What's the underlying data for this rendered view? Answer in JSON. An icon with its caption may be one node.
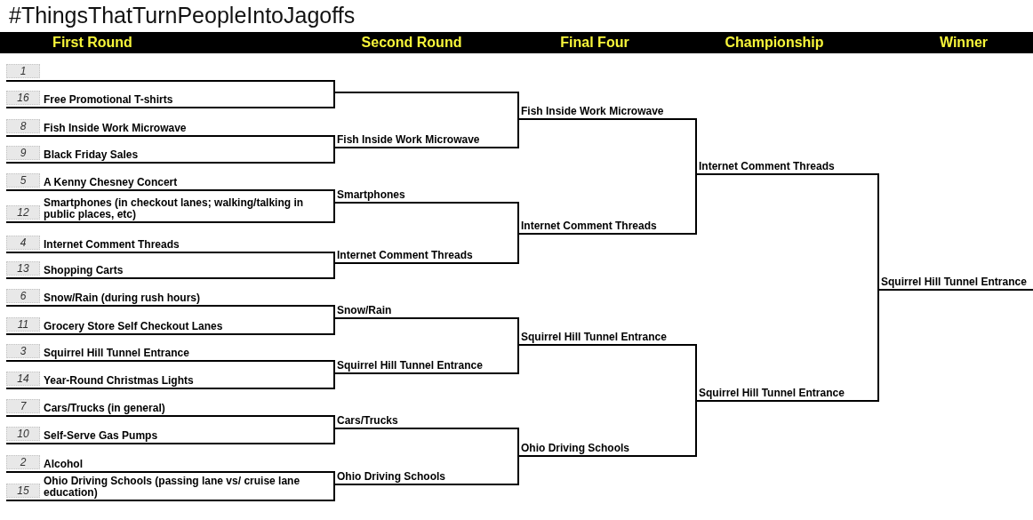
{
  "diagram": {
    "title": "#ThingsThatTurnPeopleIntoJagoffs",
    "nodes": [
      {
        "text": [
          "1"
        ]
      },
      {
        "text": [
          "16",
          "Free Promotional T-shirts"
        ]
      },
      {
        "text": [
          "8",
          "Fish Inside Work Microwave"
        ]
      },
      {
        "text": [
          "9",
          "Black Friday Sales"
        ]
      },
      {
        "text": [
          "5",
          "A Kenny Chesney Concert"
        ]
      },
      {
        "text": [
          "12",
          "Smartphones (in checkout lanes; walking/talking in public places, etc)"
        ]
      },
      {
        "text": [
          "4",
          "Internet Comment Threads"
        ]
      },
      {
        "text": [
          "13",
          "Shopping Carts"
        ]
      },
      {
        "text": [
          "6",
          "Snow/Rain (during rush hours)"
        ]
      },
      {
        "text": [
          "11",
          "Grocery Store Self Checkout Lanes"
        ]
      },
      {
        "text": [
          "3",
          "Squirrel Hill Tunnel Entrance"
        ]
      },
      {
        "text": [
          "14",
          "Year-Round Christmas Lights"
        ]
      },
      {
        "text": [
          "7",
          "Cars/Trucks (in general)"
        ]
      },
      {
        "text": [
          "10",
          "Self-Serve Gas Pumps"
        ]
      },
      {
        "text": [
          "2",
          "Alcohol"
        ]
      },
      {
        "text": [
          "15",
          "Ohio Driving Schools (passing lane vs/ cruise lane education)"
        ]
      },
      {
        "text": [],
        "shape": "line"
      },
      {
        "text": [
          "Fish Inside Work Microwave"
        ]
      },
      {
        "text": [
          "Smartphones"
        ]
      },
      {
        "text": [
          "Internet Comment Threads"
        ]
      },
      {
        "text": [
          "Snow/Rain"
        ]
      },
      {
        "text": [
          "Squirrel Hill Tunnel Entrance"
        ]
      },
      {
        "text": [
          "Cars/Trucks"
        ]
      },
      {
        "text": [
          "Ohio Driving Schools"
        ]
      },
      {
        "text": [
          "Fish Inside Work Microwave"
        ]
      },
      {
        "text": [
          "Internet Comment Threads"
        ]
      },
      {
        "text": [
          "Squirrel Hill Tunnel Entrance"
        ]
      },
      {
        "text": [
          "Ohio Driving Schools"
        ]
      },
      {
        "text": [
          "Internet Comment Threads"
        ]
      },
      {
        "text": [
          "Squirrel Hill Tunnel Entrance"
        ]
      },
      {
        "text": [
          "Squirrel Hill Tunnel Entrance"
        ]
      }
    ],
    "edges": [
      {
        "from": 0,
        "to": 16,
        "arrow": "none"
      },
      {
        "from": 1,
        "to": 16,
        "arrow": "none"
      },
      {
        "from": 2,
        "to": 17,
        "arrow": "none"
      },
      {
        "from": 3,
        "to": 17,
        "arrow": "none"
      },
      {
        "from": 4,
        "to": 18,
        "arrow": "none"
      },
      {
        "from": 5,
        "to": 18,
        "arrow": "none"
      },
      {
        "from": 6,
        "to": 19,
        "arrow": "none"
      },
      {
        "from": 7,
        "to": 19,
        "arrow": "none"
      },
      {
        "from": 8,
        "to": 20,
        "arrow": "none"
      },
      {
        "from": 9,
        "to": 20,
        "arrow": "none"
      },
      {
        "from": 10,
        "to": 21,
        "arrow": "none"
      },
      {
        "from": 11,
        "to": 21,
        "arrow": "none"
      },
      {
        "from": 12,
        "to": 22,
        "arrow": "none"
      },
      {
        "from": 13,
        "to": 22,
        "arrow": "none"
      },
      {
        "from": 14,
        "to": 23,
        "arrow": "none"
      },
      {
        "from": 15,
        "to": 23,
        "arrow": "none"
      },
      {
        "from": 16,
        "to": 24,
        "arrow": "none"
      },
      {
        "from": 17,
        "to": 24,
        "arrow": "none"
      },
      {
        "from": 18,
        "to": 25,
        "arrow": "none"
      },
      {
        "from": 19,
        "to": 25,
        "arrow": "none"
      },
      {
        "from": 20,
        "to": 26,
        "arrow": "none"
      },
      {
        "from": 21,
        "to": 26,
        "arrow": "none"
      },
      {
        "from": 22,
        "to": 27,
        "arrow": "none"
      },
      {
        "from": 23,
        "to": 27,
        "arrow": "none"
      },
      {
        "from": 24,
        "to": 28,
        "arrow": "none"
      },
      {
        "from": 25,
        "to": 28,
        "arrow": "none"
      },
      {
        "from": 26,
        "to": 29,
        "arrow": "none"
      },
      {
        "from": 27,
        "to": 29,
        "arrow": "none"
      },
      {
        "from": 28,
        "to": 30,
        "arrow": "none"
      },
      {
        "from": 29,
        "to": 30,
        "arrow": "none"
      }
    ],
    "labels": [
      "First Round",
      "Second Round",
      "Final Four",
      "Championship",
      "Winner"
    ]
  }
}
